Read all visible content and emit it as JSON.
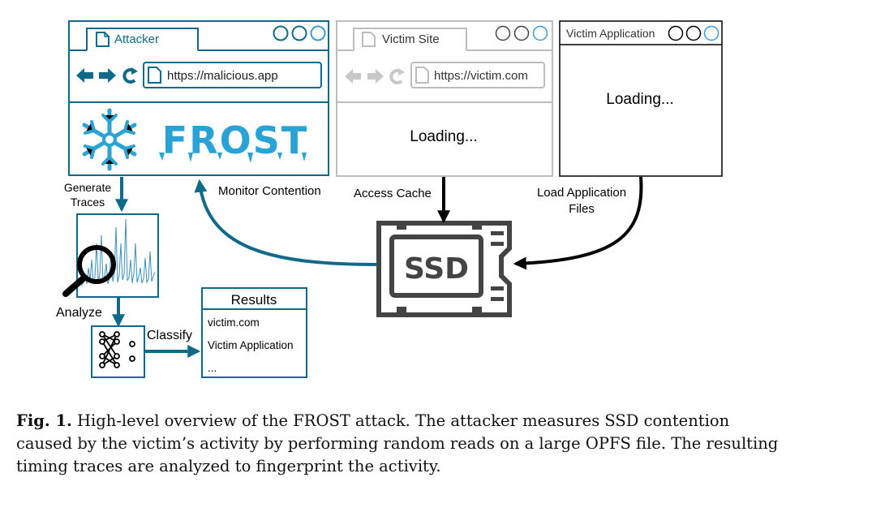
{
  "attacker_window": {
    "tab_label": "Attacker",
    "url": "https://malicious.app",
    "logo_text": "FROST"
  },
  "victim_site_window": {
    "tab_label": "Victim Site",
    "url": "https://victim.com",
    "body_text": "Loading..."
  },
  "victim_app_window": {
    "title": "Victim Application",
    "body_text": "Loading..."
  },
  "edge_labels": {
    "generate_traces": [
      "Generate",
      "Traces"
    ],
    "monitor_contention": "Monitor Contention",
    "access_cache": "Access Cache",
    "load_application_files": [
      "Load Application",
      "Files"
    ],
    "analyze": "Analyze",
    "classify": "Classify"
  },
  "ssd_label": "SSD",
  "results": {
    "title": "Results",
    "items": [
      "victim.com",
      "Victim Application",
      "..."
    ]
  },
  "caption": {
    "label": "Fig. 1.",
    "text": "High-level overview of the FROST attack. The attacker measures SSD contention caused by the victim’s activity by performing random reads on a large OPFS file. The resulting timing traces are analyzed to fingerprint the activity."
  },
  "colors": {
    "attacker": "#0f6a8a",
    "frost_blue": "#29a3d6",
    "victim_gray": "#bdbdbd",
    "ssd_gray": "#444444",
    "arrow_black": "#000000",
    "trace_blue": "#3a8fc0",
    "circle_accent": "#3a9ad9"
  }
}
